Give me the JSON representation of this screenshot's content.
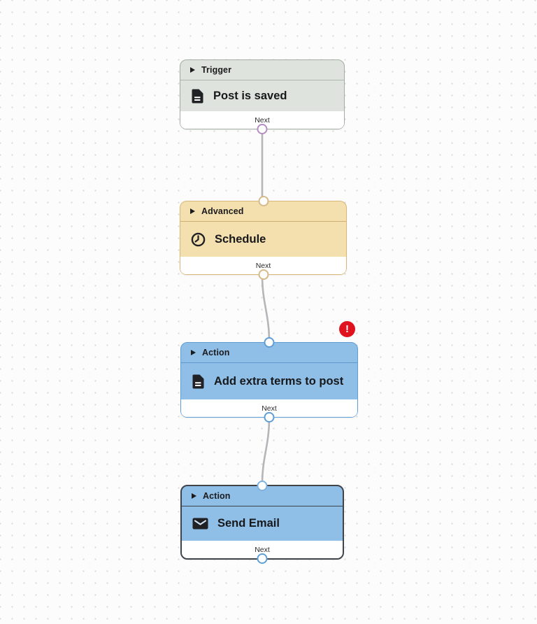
{
  "canvas": {
    "type": "workflow-editor-canvas",
    "background": "#fcfcfc",
    "dot_color": "#d9d9d9"
  },
  "palette": {
    "connector": "#b5b5ba",
    "trigger_bg": "#dee3de",
    "trigger_border": "#a3ada3",
    "advanced_bg": "#f4dfaf",
    "advanced_border": "#d8b877",
    "action_bg": "#8fbee7",
    "action_border": "#609ed4",
    "selected_border": "#3f454a",
    "port_purple": "#b58cc2",
    "port_tan": "#d5ba8b",
    "port_blue": "#5f9ed5",
    "error_red": "#e0121e",
    "footer_bg": "#ffffff"
  },
  "nodes": [
    {
      "category": "Trigger",
      "title": "Post is saved",
      "icon": "document-icon",
      "footer_label": "Next",
      "has_error": false,
      "selected": false
    },
    {
      "category": "Advanced",
      "title": "Schedule",
      "icon": "clock-icon",
      "footer_label": "Next",
      "has_error": false,
      "selected": false
    },
    {
      "category": "Action",
      "title": "Add extra terms to post",
      "icon": "document-icon",
      "footer_label": "Next",
      "has_error": true,
      "selected": false
    },
    {
      "category": "Action",
      "title": "Send Email",
      "icon": "envelope-icon",
      "footer_label": "Next",
      "has_error": false,
      "selected": true
    }
  ],
  "error_badge": {
    "glyph": "!"
  },
  "connections": [
    {
      "from": "Post is saved",
      "to": "Schedule"
    },
    {
      "from": "Schedule",
      "to": "Add extra terms to post"
    },
    {
      "from": "Add extra terms to post",
      "to": "Send Email"
    }
  ]
}
